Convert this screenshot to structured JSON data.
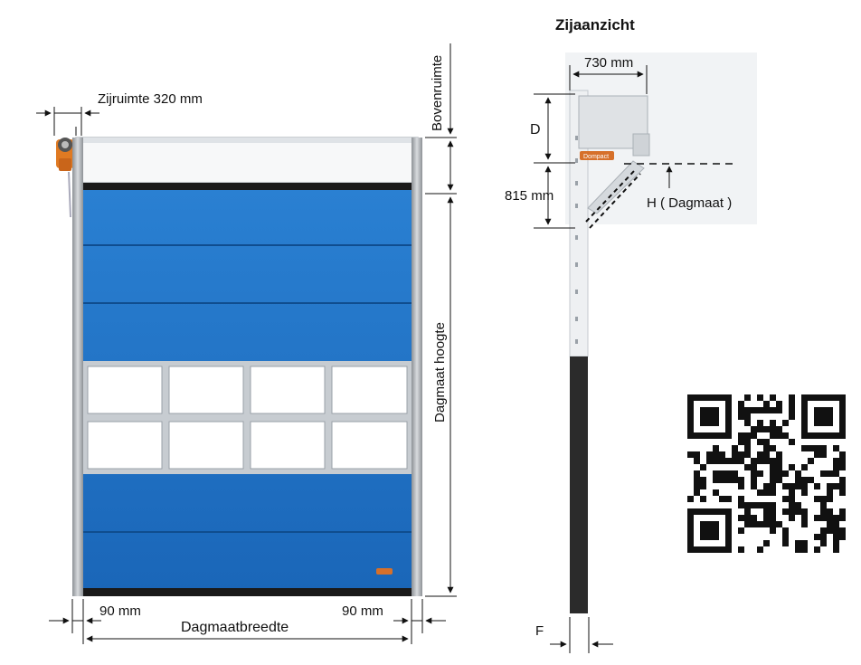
{
  "front_view": {
    "side_clearance_label": "Zijruimte 320 mm",
    "headroom_label": "Bovenruimte",
    "clear_height_label": "Dagmaat hoogte",
    "left_offset_label": "90 mm",
    "right_offset_label": "90 mm",
    "clear_width_label": "Dagmaatbreedte",
    "panel_color": "#1e73c8"
  },
  "side_view": {
    "title": "Zijaanzicht",
    "depth_label": "730 mm",
    "d_label": "D",
    "height_label": "815 mm",
    "h_label": "H ( Dagmaat )",
    "f_label": "F",
    "badge_text": "Dompact"
  },
  "qr_code": {
    "icon": "qr-code-icon"
  }
}
